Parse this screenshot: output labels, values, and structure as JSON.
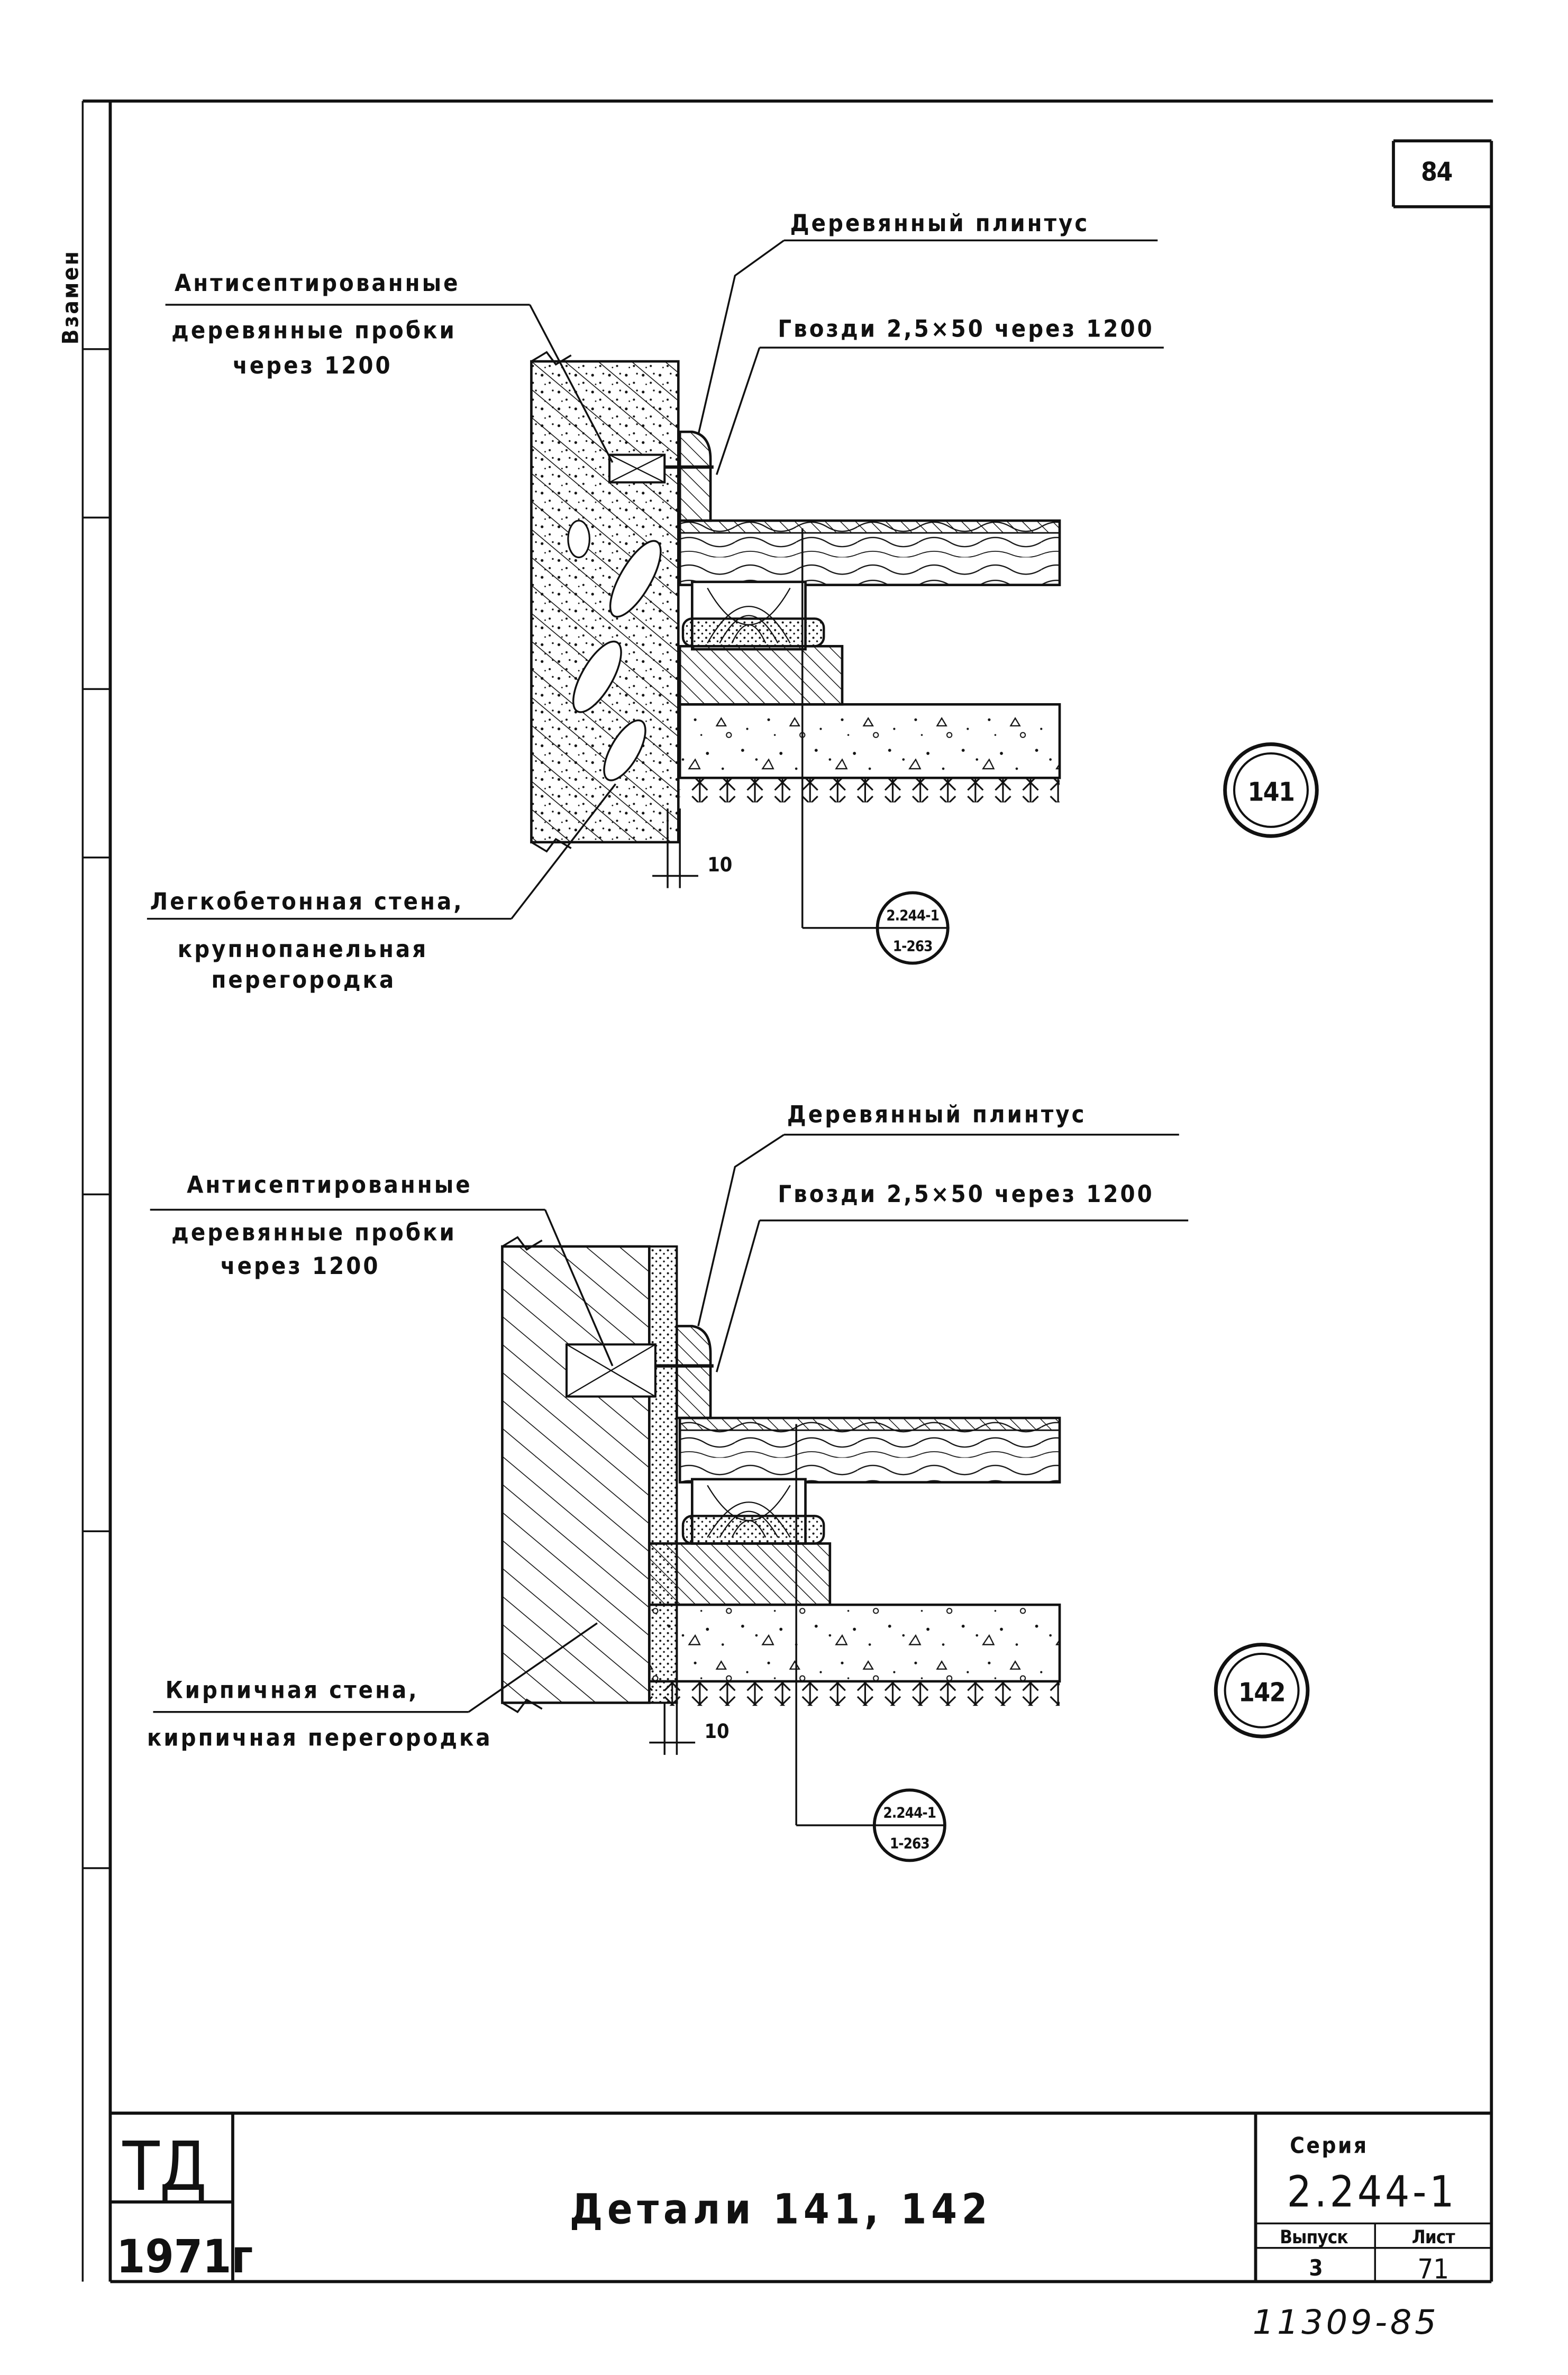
{
  "sheet": {
    "page_number": "84",
    "margin_note": "Взамен",
    "handwritten_number": "11309-85"
  },
  "detail_141": {
    "marker": "141",
    "plinth_label": "Деревянный плинтус",
    "nails_label": "Гвозди 2,5×50 через 1200",
    "plugs_label": [
      "Антисептированные",
      "деревянные пробки",
      "через 1200"
    ],
    "wall_label": [
      "Легкобетонная стена,",
      "крупнопанельная",
      "перегородка"
    ],
    "gap_dimension": "10",
    "reference_top": "2.244-1",
    "reference_bottom": "1-263"
  },
  "detail_142": {
    "marker": "142",
    "plinth_label": "Деревянный плинтус",
    "nails_label": "Гвозди 2,5×50 через 1200",
    "plugs_label": [
      "Антисептированные",
      "деревянные пробки",
      "через 1200"
    ],
    "wall_label": [
      "Кирпичная стена,",
      "кирпичная перегородка"
    ],
    "gap_dimension": "10",
    "reference_top": "2.244-1",
    "reference_bottom": "1-263"
  },
  "title_block": {
    "org_code": "ТД",
    "year": "1971г",
    "title": "Детали 141, 142",
    "series_label": "Серия",
    "series_value": "2.244-1",
    "issue_label": "Выпуск",
    "issue_value": "3",
    "sheet_label": "Лист",
    "sheet_value": "71"
  }
}
